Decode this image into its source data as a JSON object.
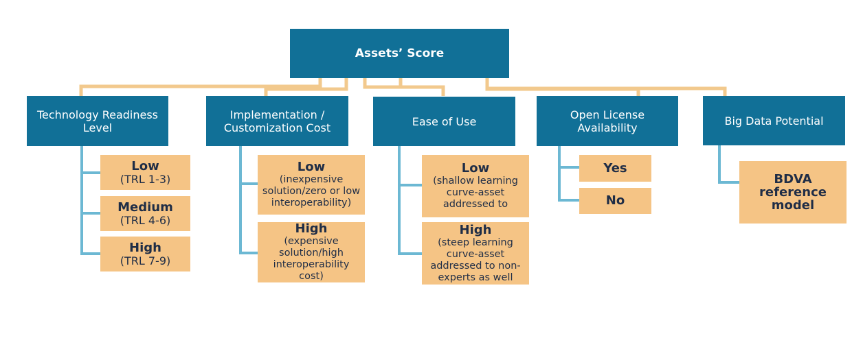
{
  "root": {
    "label": "Assets’ Score"
  },
  "categories": [
    {
      "label": "Technology Readiness Level",
      "options": [
        {
          "title": "Low",
          "detail": "(TRL 1-3)"
        },
        {
          "title": "Medium",
          "detail": "(TRL 4-6)"
        },
        {
          "title": "High",
          "detail": "(TRL 7-9)"
        }
      ]
    },
    {
      "label": "Implementation / Customization Cost",
      "options": [
        {
          "title": "Low",
          "detail": "(inexpensive solution/zero or low interoperability)"
        },
        {
          "title": "High",
          "detail": "(expensive solution/high interoperability cost)"
        }
      ]
    },
    {
      "label": "Ease of Use",
      "options": [
        {
          "title": "Low",
          "detail": "(shallow learning curve-asset addressed to"
        },
        {
          "title": "High",
          "detail": "(steep learning curve-asset addressed to non-experts as well"
        }
      ]
    },
    {
      "label": "Open License Availability",
      "options": [
        {
          "title": "Yes"
        },
        {
          "title": "No"
        }
      ]
    },
    {
      "label": "Big Data Potential",
      "options": [
        {
          "title": "BDVA reference model"
        }
      ]
    }
  ],
  "colors": {
    "header": "#117097",
    "option": "#f5c485",
    "branch": "#f2c98d",
    "stem": "#6cb8d3",
    "option_text": "#1f2d46"
  }
}
